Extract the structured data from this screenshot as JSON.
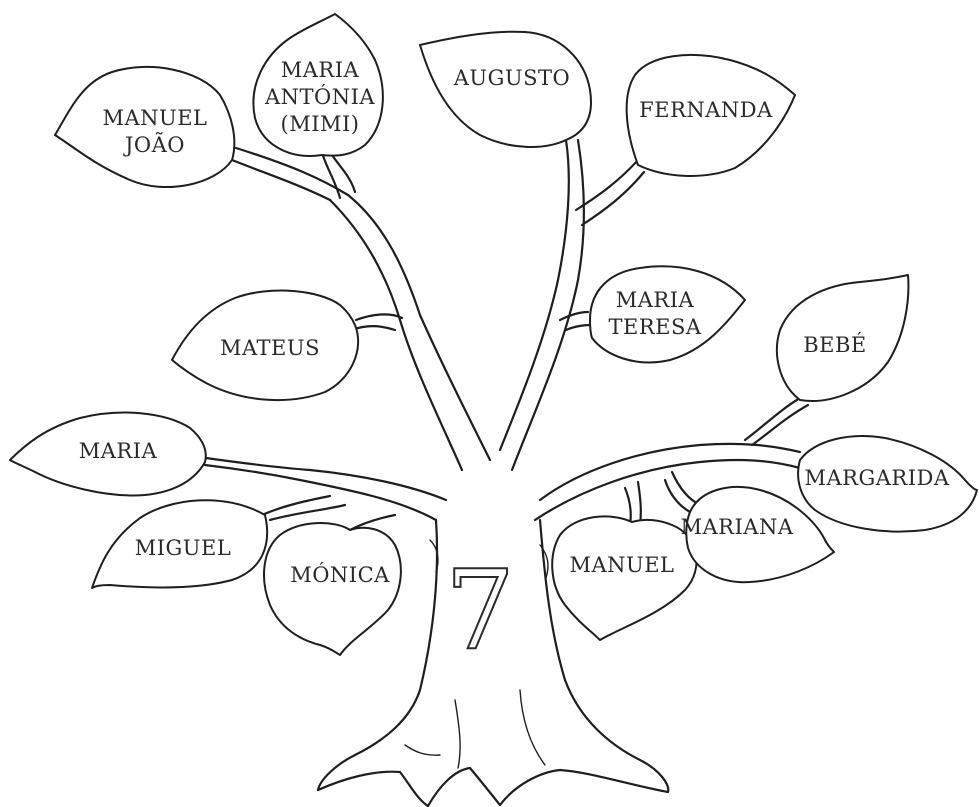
{
  "trunk_number": "7",
  "leaves": {
    "manuel_joao": [
      "MANUEL",
      "JOÃO"
    ],
    "maria_antonia": [
      "MARIA",
      "ANTÓNIA",
      "(MIMI)"
    ],
    "augusto": "AUGUSTO",
    "fernanda": "FERNANDA",
    "mateus": "MATEUS",
    "maria_teresa": [
      "MARIA",
      "TERESA"
    ],
    "bebe": "BEBÉ",
    "maria": "MARIA",
    "margarida": "MARGARIDA",
    "miguel": "MIGUEL",
    "monica": "MÓNICA",
    "manuel": "MANUEL",
    "mariana": "MARIANA"
  }
}
